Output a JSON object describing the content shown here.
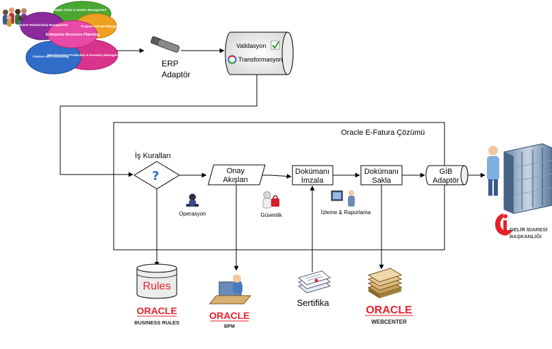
{
  "erp": {
    "center": "Enterprise Resource Planning",
    "petals": [
      "Customer Relationship Management",
      "Supply Chain & Vendor Management",
      "Projects and HR Management",
      "Manufacturing Production & Inventory Management & Delivery",
      "Finance and Accounting"
    ]
  },
  "nodes": {
    "erp_adapter": [
      "ERP",
      "Adaptör"
    ],
    "validation": "Validasyon",
    "transformation": "Transformasyon",
    "solution_title": "Oracle E-Fatura Çözümü",
    "business_rules": "İş Kuralları",
    "approval": [
      "Onay",
      "Akışları"
    ],
    "sign": [
      "Dokümanı",
      "İmzala"
    ],
    "store": [
      "Dokümanı",
      "Sakla"
    ],
    "gib_adapter": [
      "GİB",
      "Adaptör"
    ],
    "operation": "Operasyon",
    "security": "Güvenlik",
    "monitoring": "İzleme & Raporlama",
    "rules_db": "Rules",
    "certificate": "Sertifika"
  },
  "logos": {
    "oracle_word": "ORACLE",
    "oracle_business_rules": "BUSINESS RULES",
    "oracle_bpm": "BPM",
    "oracle_webcenter": "WEBCENTER",
    "gib": [
      "GELİR İDARESİ",
      "BAŞKANLIĞI"
    ]
  },
  "colors": {
    "accent_red": "#e8202a",
    "line": "#000000",
    "petal_purple": "#8a2a9c",
    "petal_green": "#4aa832",
    "petal_orange": "#f0a020",
    "petal_pink": "#d8348c",
    "petal_blue": "#2f6dc8",
    "center_pink": "#e84aa8"
  },
  "icons": {
    "people": "people-group-icon",
    "bolt": "bolt-icon",
    "question": "question-icon",
    "operator": "operator-icon",
    "security": "security-lock-icon",
    "monitor": "monitor-icon",
    "server": "server-rack-icon",
    "bpm_worker": "bpm-worker-icon",
    "certificate": "certificate-stack-icon",
    "documents": "document-stack-icon"
  }
}
